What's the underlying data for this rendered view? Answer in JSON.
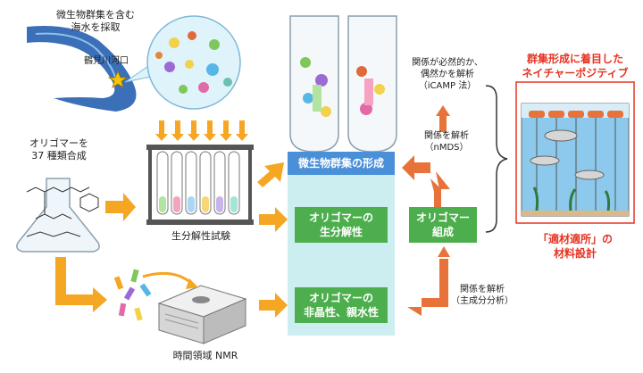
{
  "labels": {
    "seawater": [
      "微生物群集を含む",
      "海水を採取"
    ],
    "river_mouth": "鶴見川河口",
    "oligomer_synth": [
      "オリゴマーを",
      "37 種類合成"
    ],
    "biodeg_test": "生分解性試験",
    "nmr": "時間領域 NMR",
    "icamp": [
      "関係が必然的か、",
      "偶然かを解析",
      "（iCAMP 法）"
    ],
    "nmds": [
      "関係を解析",
      "（nMDS）"
    ],
    "pca": [
      "関係を解析",
      "（主成分分析）"
    ],
    "nature_positive": [
      "群集形成に着目した",
      "ネイチャーポジティブ"
    ],
    "material_design": [
      "「適材適所」の",
      "材料設計"
    ]
  },
  "boxes": {
    "community": "微生物群集の形成",
    "biodeg": "オリゴマーの\n生分解性",
    "crystal": "オリゴマーの\n非晶性、親水性",
    "composition": "オリゴマー\n組成"
  },
  "colors": {
    "blue_box": "#4a90d9",
    "green_box": "#4cae4c",
    "panel": "#cceef0",
    "arrow_yellow": "#f5a623",
    "arrow_orange": "#e8733a",
    "red": "#e63323",
    "river": "#3b6fb8"
  }
}
